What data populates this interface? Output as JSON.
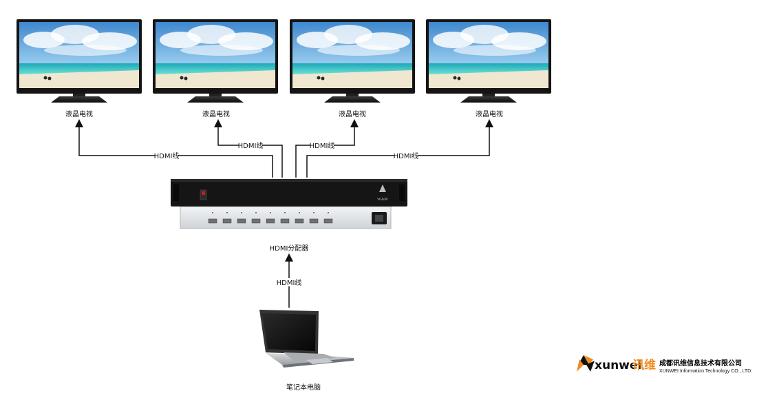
{
  "colors": {
    "background": "#ffffff",
    "line": "#111111",
    "sky": "#5aa6dc",
    "sea": "#2fc5c4",
    "sand": "#efe7cf",
    "device": "#151515",
    "panel": "#e4e7ea",
    "brand_orange": "#f08b1d",
    "brand_dark": "#111111"
  },
  "diagram": {
    "tv_label": "液晶电视",
    "cable_label": "HDMI线",
    "splitter_label": "HDMI分配器",
    "splitter_model": "VGA/AV",
    "laptop_label": "笔记本电脑"
  },
  "logo": {
    "brand_latin": "xunwei",
    "brand_cn": "讯维",
    "company_cn": "成都讯维信息技术有限公司",
    "company_en": "XUNWEI Information Technology CO., LTD."
  }
}
